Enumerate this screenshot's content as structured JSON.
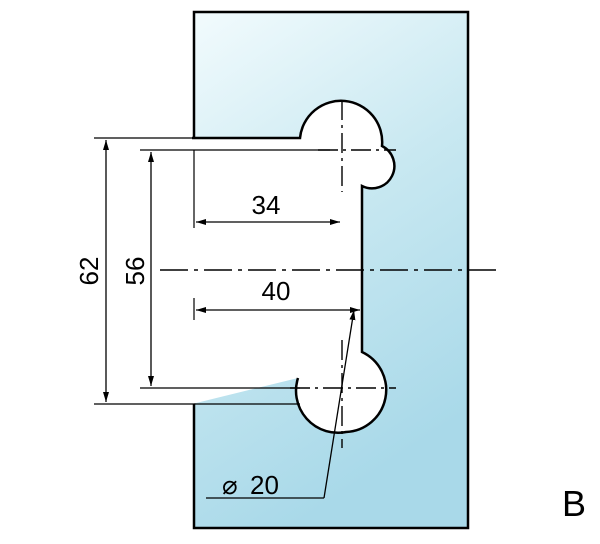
{
  "drawing": {
    "view_label": "B",
    "dimensions": {
      "overall_height": "62",
      "inner_height": "56",
      "upper_width": "34",
      "lower_width": "40",
      "diameter_symbol": "⌀",
      "diameter_value": "20"
    },
    "colors": {
      "glass_top": "#f2fbfd",
      "glass_mid": "#c8e8f1",
      "glass_bottom": "#a9d9e9",
      "line": "#000000",
      "cutout_fill": "#ffffff"
    }
  }
}
